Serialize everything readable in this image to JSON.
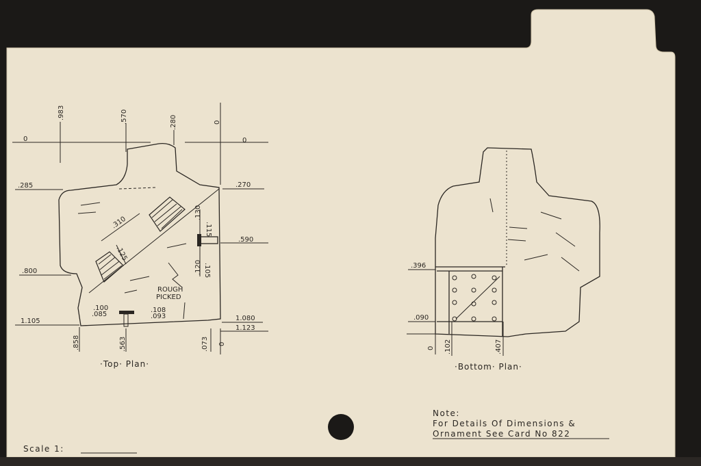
{
  "top_plan": {
    "label": "·Top· Plan·",
    "vertical_dims": [
      ".983",
      ".570",
      ".280",
      "0"
    ],
    "left_dims": [
      "0",
      ".285",
      ".800",
      "1.105"
    ],
    "right_dims": [
      "0",
      ".270",
      ".590",
      "1.080",
      "1.123"
    ],
    "bottom_dims": [
      ".858",
      ".563",
      ".073",
      "0"
    ],
    "inner_dims": {
      "d310": ".310",
      "d125": ".125",
      "d130": ".130",
      "d115": ".115",
      "d120": ".120",
      "d105": ".105",
      "d100": ".100",
      "d085": ".085",
      "d108": ".108",
      "d093": ".093"
    },
    "annotation": [
      "ROUGH",
      "PICKED"
    ]
  },
  "bottom_plan": {
    "label": "·Bottom· Plan·",
    "left_dims": [
      ".396",
      ".090"
    ],
    "bottom_dims": [
      "0",
      ".102",
      ".407"
    ]
  },
  "note": {
    "title": "Note:",
    "line1": "For Details Of Dimensions &",
    "line2": "Ornament See Card No 822"
  },
  "scale": "Scale 1:",
  "colors": {
    "card": "#ece3cf",
    "ink": "#2a2622",
    "background": "#1b1917"
  }
}
